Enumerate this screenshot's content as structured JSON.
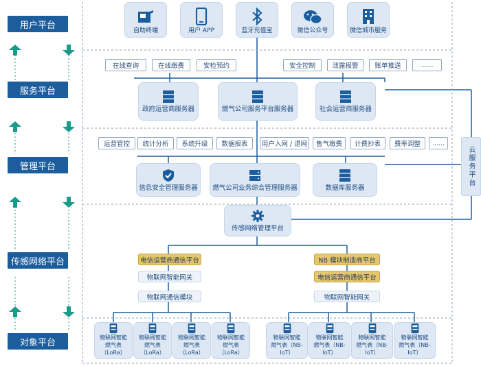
{
  "layers": [
    "用户平台",
    "服务平台",
    "管理平台",
    "传感网络平台",
    "对象平台"
  ],
  "user_apps": [
    {
      "label": "自助终端",
      "icon": "terminal-icon"
    },
    {
      "label": "用户 APP",
      "icon": "phone-icon"
    },
    {
      "label": "蓝牙充值宝",
      "icon": "bluetooth-icon"
    },
    {
      "label": "微信公众号",
      "icon": "wechat-icon"
    },
    {
      "label": "微信城市服务",
      "icon": "building-icon"
    }
  ],
  "service_chips_left": [
    "在线查询",
    "在线缴费",
    "安检预约"
  ],
  "service_chips_right": [
    "安全控制",
    "泄露报警",
    "账单推送",
    "......"
  ],
  "service_servers": [
    "政府运营商服务器",
    "燃气公司服务平台服务器",
    "社会运营商服务器"
  ],
  "mgmt_chips_left": [
    "运营管控",
    "统计分析",
    "系统升级",
    "数据报表"
  ],
  "mgmt_chips_right": [
    "用户入网 / 退网",
    "售气缴费",
    "计费抄表",
    "费率调整",
    "......"
  ],
  "mgmt_servers": [
    "信息安全管理服务器",
    "燃气公司业务综合管理服务器",
    "数据库服务器"
  ],
  "cloud_platform": "云服务平台",
  "sensor_platform": "传感网络管理平台",
  "lora_chain": [
    "电信运营商通信平台",
    "物联网智能网关",
    "物联网通信模块"
  ],
  "nb_chain": [
    "NB 模块制造商平台",
    "电信运营商通信平台",
    "物联网智能网关"
  ],
  "lora_meters": [
    {
      "line1": "物联网智能",
      "line2": "燃气表（LoRa）"
    },
    {
      "line1": "物联网智能",
      "line2": "燃气表（LoRa）"
    },
    {
      "line1": "物联网智能",
      "line2": "燃气表（LoRa）"
    },
    {
      "line1": "物联网智能",
      "line2": "燃气表（LoRa）"
    }
  ],
  "nb_meters": [
    {
      "line1": "物联网智能",
      "line2": "燃气表（NB-IoT）"
    },
    {
      "line1": "物联网智能",
      "line2": "燃气表（NB-IoT）"
    },
    {
      "line1": "物联网智能",
      "line2": "燃气表（NB-IoT）"
    },
    {
      "line1": "物联网智能",
      "line2": "燃气表（NB-IoT）"
    }
  ],
  "colors": {
    "layer_bg": "#1c5d9e",
    "line": "#1c5d9e",
    "arrow": "#1a9a8a",
    "gold": "#e6c86c",
    "panel": "#dde8f4"
  }
}
